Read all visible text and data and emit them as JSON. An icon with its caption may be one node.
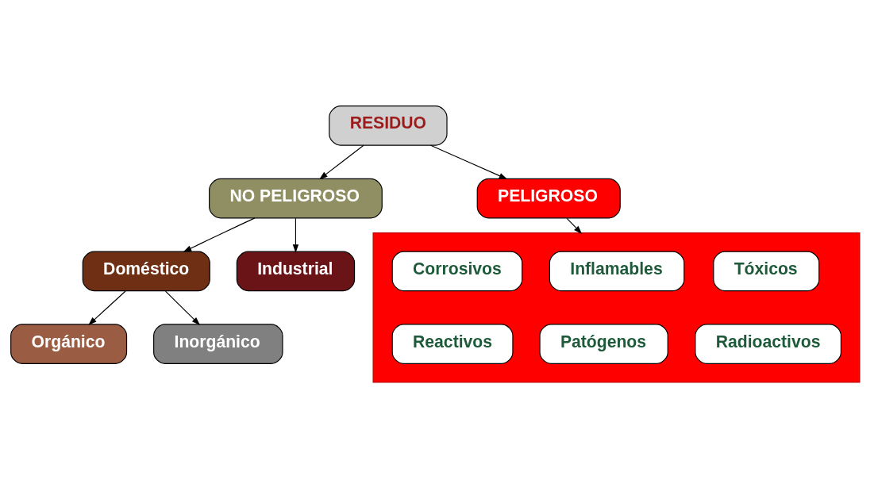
{
  "diagram": {
    "nodes": [
      {
        "text": [
          "RESIDUO"
        ]
      },
      {
        "text": [
          "NO PELIGROSO"
        ]
      },
      {
        "text": [
          "PELIGROSO"
        ]
      },
      {
        "text": [
          "Doméstico"
        ]
      },
      {
        "text": [
          "Industrial"
        ]
      },
      {
        "text": [
          "Orgánico"
        ]
      },
      {
        "text": [
          "Inorgánico"
        ]
      },
      {
        "text": [],
        "shape": "box"
      },
      {
        "text": [
          "Corrosivos"
        ],
        "in": 7
      },
      {
        "text": [
          "Inflamables"
        ],
        "in": 7
      },
      {
        "text": [
          "Tóxicos"
        ],
        "in": 7
      },
      {
        "text": [
          "Reactivos"
        ],
        "in": 7
      },
      {
        "text": [
          "Patógenos"
        ],
        "in": 7
      },
      {
        "text": [
          "Radioactivos"
        ],
        "in": 7
      }
    ],
    "edges": [
      {
        "from": 0,
        "to": 1,
        "arrow": "to"
      },
      {
        "from": 0,
        "to": 2,
        "arrow": "to"
      },
      {
        "from": 1,
        "to": 3,
        "arrow": "to"
      },
      {
        "from": 1,
        "to": 4,
        "arrow": "to"
      },
      {
        "from": 3,
        "to": 5,
        "arrow": "to"
      },
      {
        "from": 3,
        "to": 6,
        "arrow": "to"
      },
      {
        "from": 2,
        "to": 7,
        "arrow": "to"
      }
    ]
  }
}
